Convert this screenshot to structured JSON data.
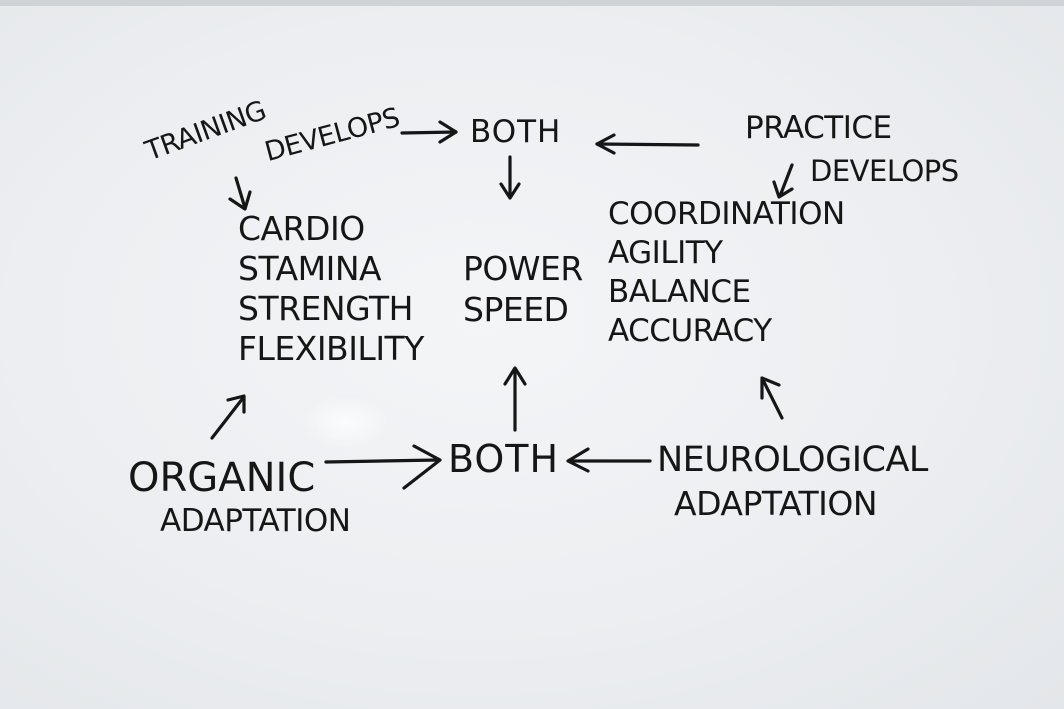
{
  "top": {
    "training": "TRAINING",
    "develops_left": "DEVELOPS",
    "both": "BOTH",
    "practice": "PRACTICE",
    "develops_right": "DEVELOPS"
  },
  "left_list": [
    "CARDIO",
    "STAMINA",
    "STRENGTH",
    "FLEXIBILITY"
  ],
  "center_list": [
    "POWER",
    "SPEED"
  ],
  "right_list": [
    "COORDINATION",
    "AGILITY",
    "BALANCE",
    "ACCURACY"
  ],
  "bottom": {
    "organic_1": "ORGANIC",
    "organic_2": "ADAPTATION",
    "both": "BOTH",
    "neuro_1": "NEUROLOGICAL",
    "neuro_2": "ADAPTATION"
  },
  "colors": {
    "ink": "#161616",
    "board": "#eceef1"
  }
}
